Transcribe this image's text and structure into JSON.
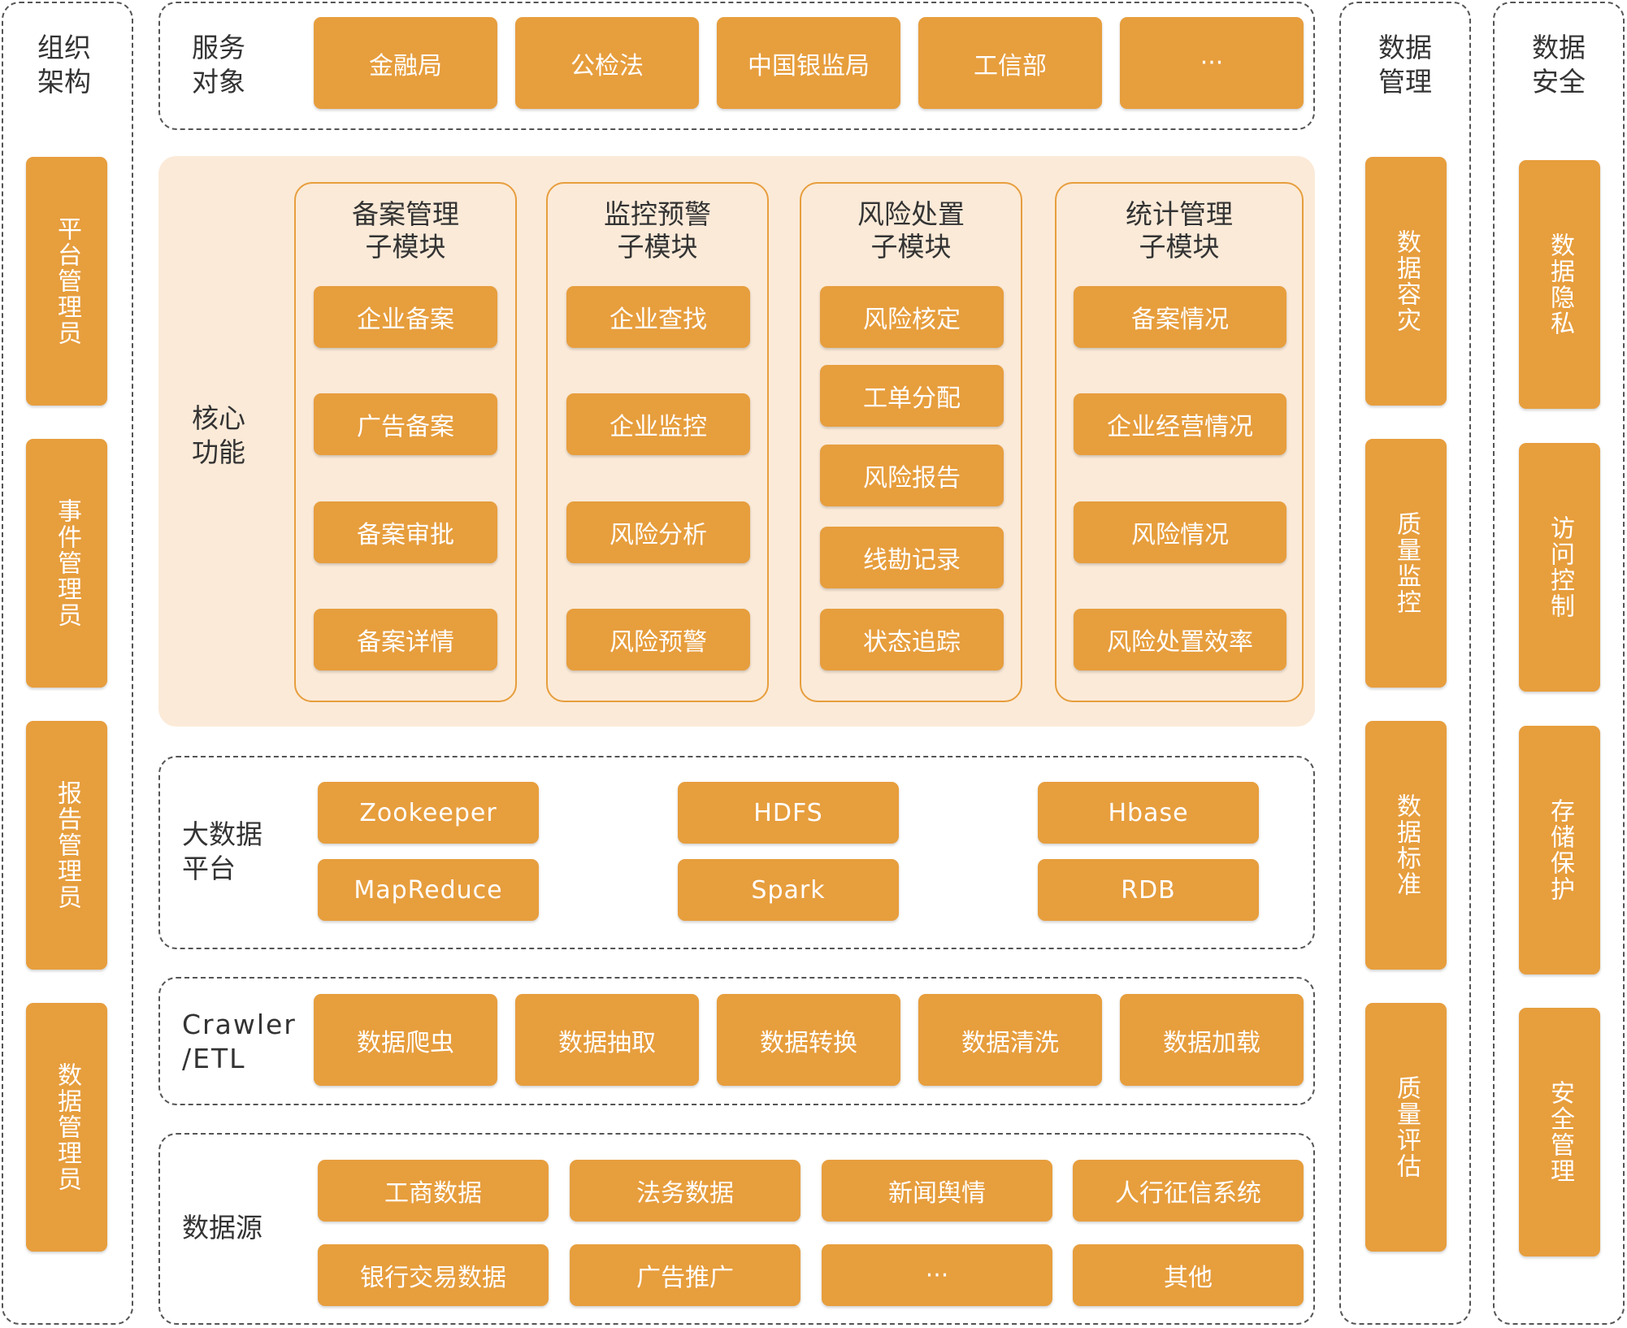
{
  "colors": {
    "accent": "#E79E3D",
    "core_bg": "#FBEAD8",
    "text": "#333333",
    "border": "#555555"
  },
  "org": {
    "title": "组织\n架构",
    "items": [
      "平台管理员",
      "事件管理员",
      "报告管理员",
      "数据管理员"
    ]
  },
  "service": {
    "label": "服务\n对象",
    "items": [
      "金融局",
      "公检法",
      "中国银监局",
      "工信部",
      "···"
    ]
  },
  "core": {
    "label": "核心\n功能",
    "modules": [
      {
        "title": "备案管理\n子模块",
        "items": [
          "企业备案",
          "广告备案",
          "备案审批",
          "备案详情"
        ]
      },
      {
        "title": "监控预警\n子模块",
        "items": [
          "企业查找",
          "企业监控",
          "风险分析",
          "风险预警"
        ]
      },
      {
        "title": "风险处置\n子模块",
        "items": [
          "风险核定",
          "工单分配",
          "风险报告",
          "线勘记录",
          "状态追踪"
        ]
      },
      {
        "title": "统计管理\n子模块",
        "items": [
          "备案情况",
          "企业经营情况",
          "风险情况",
          "风险处置效率"
        ]
      }
    ]
  },
  "bigdata": {
    "label": "大数据\n平台",
    "items": [
      "Zookeeper",
      "HDFS",
      "Hbase",
      "MapReduce",
      "Spark",
      "RDB"
    ]
  },
  "etl": {
    "label": "Crawler\n/ETL",
    "items": [
      "数据爬虫",
      "数据抽取",
      "数据转换",
      "数据清洗",
      "数据加载"
    ]
  },
  "source": {
    "label": "数据源",
    "items": [
      "工商数据",
      "法务数据",
      "新闻舆情",
      "人行征信系统",
      "银行交易数据",
      "广告推广",
      "···",
      "其他"
    ]
  },
  "data_mgmt": {
    "title": "数据\n管理",
    "items": [
      "数据容灾",
      "质量监控",
      "数据标准",
      "质量评估"
    ]
  },
  "data_sec": {
    "title": "数据\n安全",
    "items": [
      "数据隐私",
      "访问控制",
      "存储保护",
      "安全管理"
    ]
  }
}
